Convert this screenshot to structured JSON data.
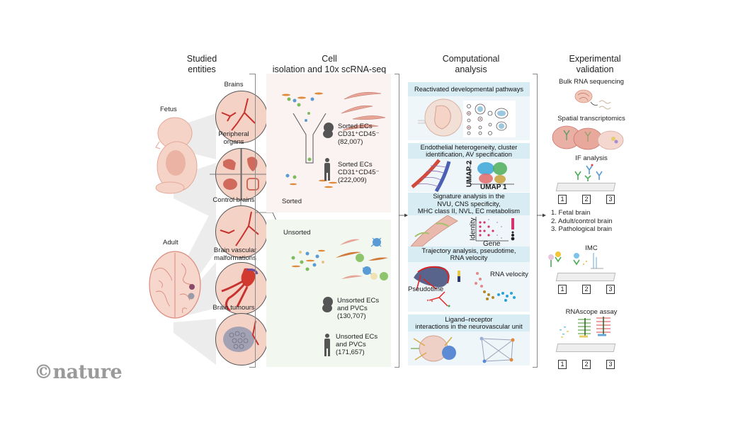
{
  "columns": {
    "studied_entities": {
      "title_line1": "Studied",
      "title_line2": "entities"
    },
    "cell_isolation": {
      "title_line1": "Cell",
      "title_line2": "isolation and 10x scRNA-seq"
    },
    "computational": {
      "title_line1": "Computational",
      "title_line2": "analysis"
    },
    "validation": {
      "title_line1": "Experimental",
      "title_line2": "validation"
    }
  },
  "studied_entities": {
    "fetus_label": "Fetus",
    "adult_label": "Adult",
    "circles": [
      {
        "label": "Brains"
      },
      {
        "label_line1": "Peripheral",
        "label_line2": "organs"
      },
      {
        "label": "Control brains"
      },
      {
        "label_line1": "Brain vascular",
        "label_line2": "malformations"
      },
      {
        "label": "Brain tumours"
      }
    ]
  },
  "cell_isolation": {
    "sorted_label": "Sorted",
    "unsorted_label": "Unsorted",
    "sorted_fetal": {
      "line1": "Sorted ECs",
      "line2": "CD31⁺CD45⁻",
      "count": "(82,007)"
    },
    "sorted_adult": {
      "line1": "Sorted ECs",
      "line2": "CD31⁺CD45⁻",
      "count": "(222,009)"
    },
    "unsorted_fetal": {
      "line1": "Unsorted ECs",
      "line2": "and PVCs",
      "count": "(130,707)"
    },
    "unsorted_adult": {
      "line1": "Unsorted ECs",
      "line2": "and PVCs",
      "count": "(171,657)"
    }
  },
  "computational": {
    "sections": [
      {
        "title": "Reactivated developmental pathways"
      },
      {
        "title_line1": "Endothelial heterogeneity, cluster",
        "title_line2": "identification, AV specification",
        "axis_x": "UMAP 1",
        "axis_y": "UMAP 2"
      },
      {
        "title_line1": "Signature analysis in the",
        "title_line2": "NVU, CNS specificity,",
        "title_line3": "MHC class II, NVL, EC metabolism",
        "axis_x": "Gene",
        "axis_y": "Identity"
      },
      {
        "title_line1": "Trajectory analysis, pseudotime,",
        "title_line2": "RNA velocity",
        "label_pseudotime": "Pseudotime",
        "label_velocity": "RNA velocity"
      },
      {
        "title_line1": "Ligand–receptor",
        "title_line2": "interactions in the neurovascular unit"
      }
    ]
  },
  "validation": {
    "bulk_rna": "Bulk RNA sequencing",
    "spatial": "Spatial transcriptomics",
    "if_analysis": "IF analysis",
    "imc": "IMC",
    "rnascope": "RNAscope assay",
    "sample_numbers": [
      "1",
      "2",
      "3"
    ],
    "legend": [
      "1. Fetal brain",
      "2. Adult/control brain",
      "3. Pathological brain"
    ]
  },
  "branding": {
    "logo": "©nature"
  },
  "colors": {
    "sorted_bg": "#fbf3f2",
    "unsorted_bg": "#f2f7f0",
    "comp_header": "#d8ecf3",
    "comp_body": "#eef6f9",
    "vessel_red": "#c8322e",
    "tissue_pink": "#f4d2c6"
  }
}
